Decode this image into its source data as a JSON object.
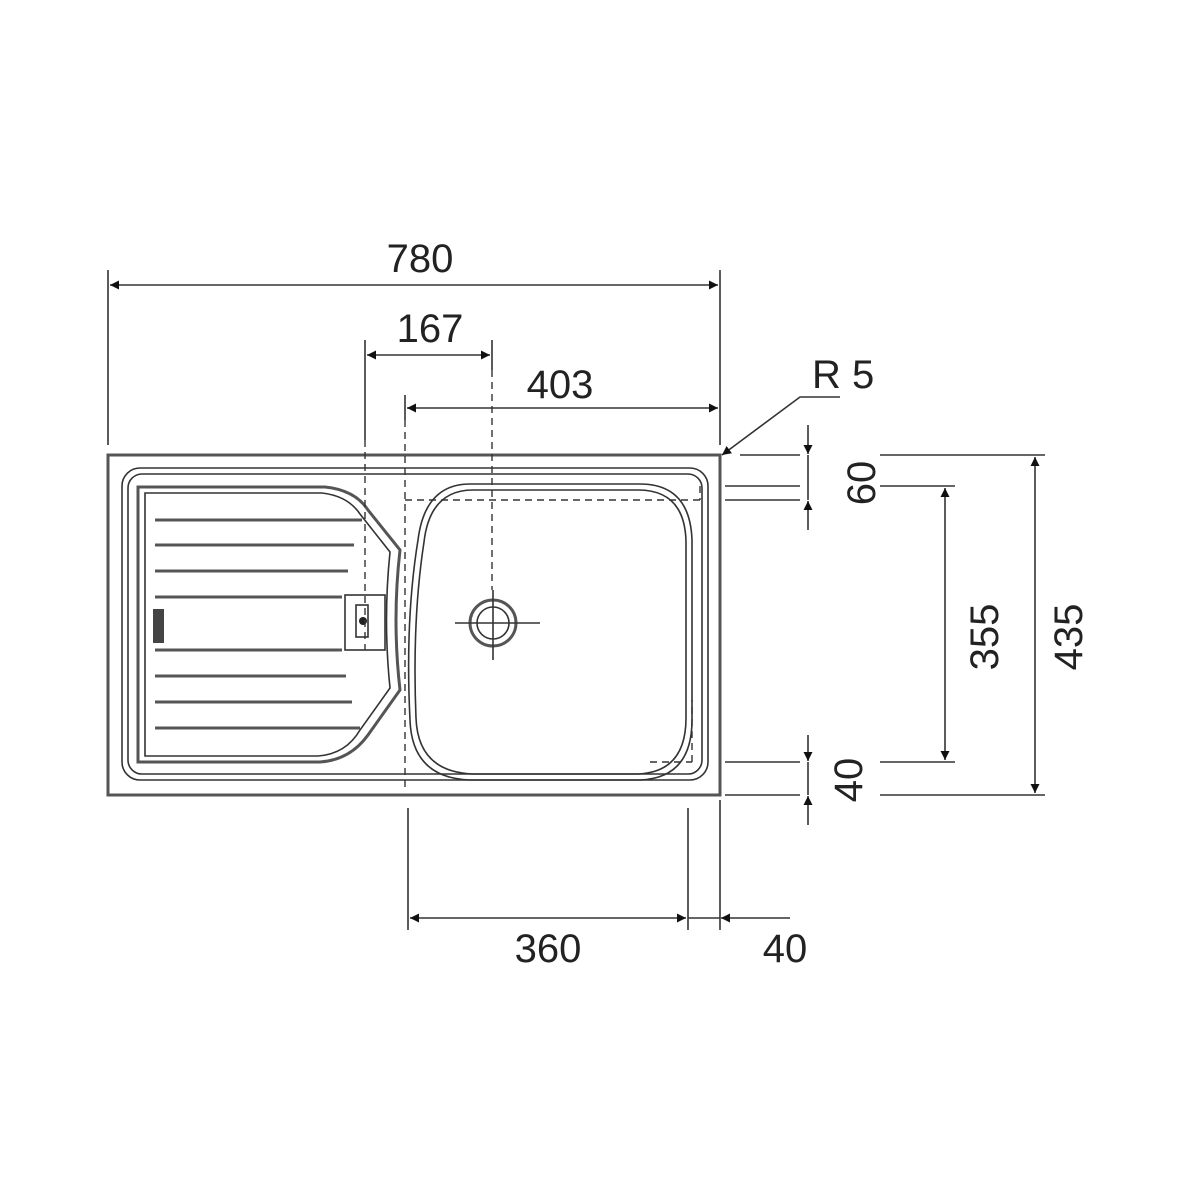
{
  "dimensions": {
    "overall_width": "780",
    "drain_offset": "167",
    "bowl_offset": "403",
    "corner_radius": "R 5",
    "top_margin": "60",
    "bowl_depth": "355",
    "overall_depth": "435",
    "bottom_margin": "40",
    "bowl_width": "360",
    "right_margin": "40"
  }
}
